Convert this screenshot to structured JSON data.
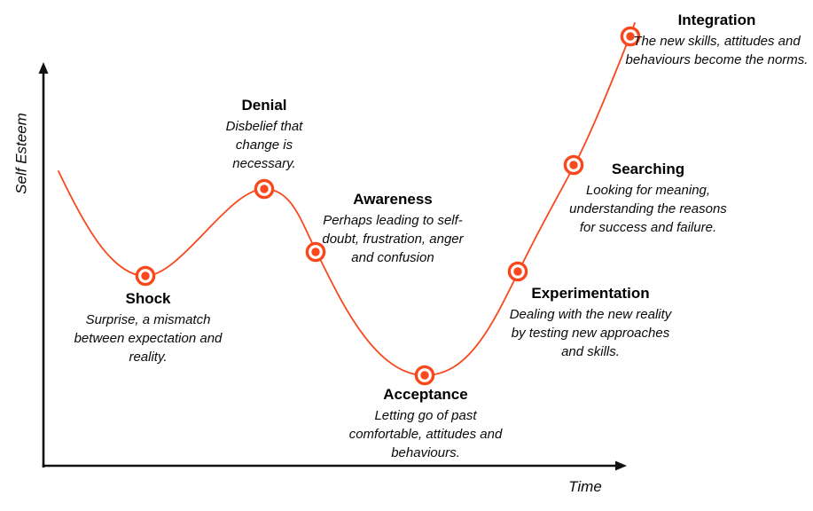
{
  "diagram": {
    "axes": {
      "y_label": "Self Esteem",
      "x_label": "Time"
    },
    "colors": {
      "curve": "#F8481C",
      "axis": "#111111",
      "heading_text": "#000000",
      "description_text": "#0a0a0a"
    },
    "stages": [
      {
        "name": "Shock",
        "description": "Surprise, a mismatch between expectation and reality."
      },
      {
        "name": "Denial",
        "description": "Disbelief that change is necessary."
      },
      {
        "name": "Awareness",
        "description": "Perhaps leading to self-doubt, frustration, anger and confusion"
      },
      {
        "name": "Acceptance",
        "description": "Letting go of past comfortable, attitudes and behaviours."
      },
      {
        "name": "Experimentation",
        "description": "Dealing with the new reality by testing new approaches and skills."
      },
      {
        "name": "Searching",
        "description": "Looking for meaning, understanding the reasons for success and failure."
      },
      {
        "name": "Integration",
        "description": "The new skills, attitudes and behaviours become the norms."
      }
    ]
  }
}
